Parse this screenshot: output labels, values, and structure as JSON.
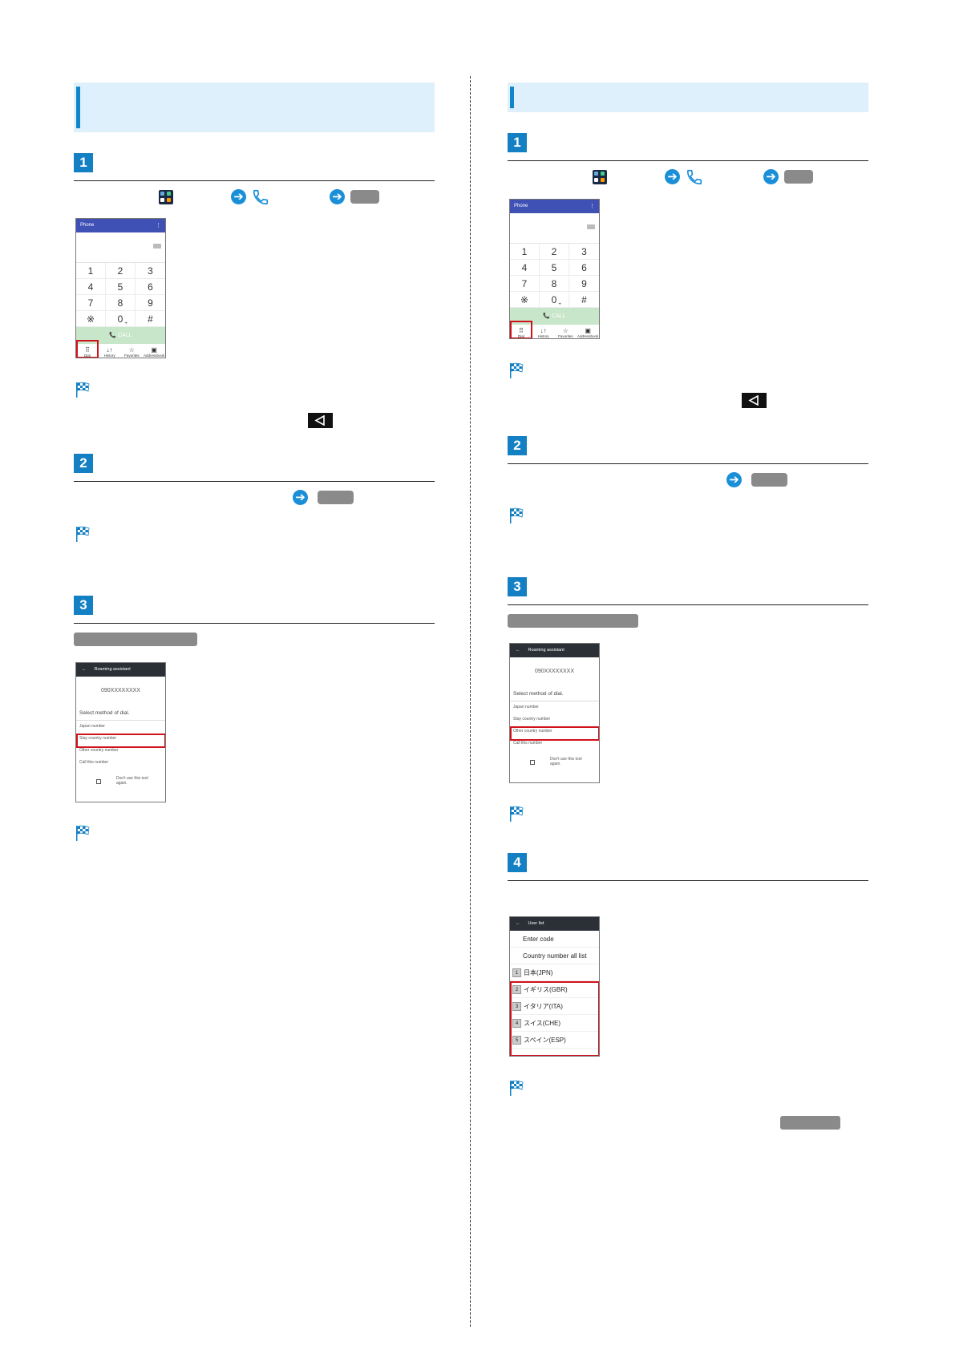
{
  "left": {
    "title": "",
    "steps": [
      {
        "number": "1"
      },
      {
        "number": "2"
      },
      {
        "number": "3"
      }
    ]
  },
  "right": {
    "title": "",
    "steps": [
      {
        "number": "1"
      },
      {
        "number": "2"
      },
      {
        "number": "3"
      },
      {
        "number": "4"
      }
    ]
  },
  "dialer": {
    "app_title": "Phone",
    "menu_glyph": "⋮",
    "keys": [
      "1",
      "2",
      "3",
      "4",
      "5",
      "6",
      "7",
      "8",
      "9",
      "※",
      "0",
      "#"
    ],
    "zero_sub": "+",
    "call_label": "📞 CALL",
    "tabs": [
      {
        "icon": "⠿",
        "label": "Dial"
      },
      {
        "icon": "↓↑",
        "label": "History"
      },
      {
        "icon": "☆",
        "label": "Favorites"
      },
      {
        "icon": "▣",
        "label": "Addressbook"
      }
    ]
  },
  "roaming": {
    "title": "Roaming assistant",
    "back_arrow": "←",
    "number": "090XXXXXXXX",
    "select_label": "Select method of dial.",
    "options": [
      "Japan number",
      "Stay country number",
      "Other country number",
      "Call this number"
    ],
    "dont_use": "Don't use this tool again."
  },
  "userlist": {
    "title": "User list",
    "back_arrow": "←",
    "rows": [
      "Enter code",
      "Country number all list"
    ],
    "countries": [
      {
        "num": "1",
        "name": "日本(JPN)"
      },
      {
        "num": "2",
        "name": "イギリス(GBR)"
      },
      {
        "num": "3",
        "name": "イタリア(ITA)"
      },
      {
        "num": "4",
        "name": "スイス(CHE)"
      },
      {
        "num": "5",
        "name": "スペイン(ESP)"
      }
    ]
  },
  "icons": {
    "flow_arrow": "➔",
    "accent_color": "#1480c4",
    "highlight_color": "#d0121b"
  }
}
